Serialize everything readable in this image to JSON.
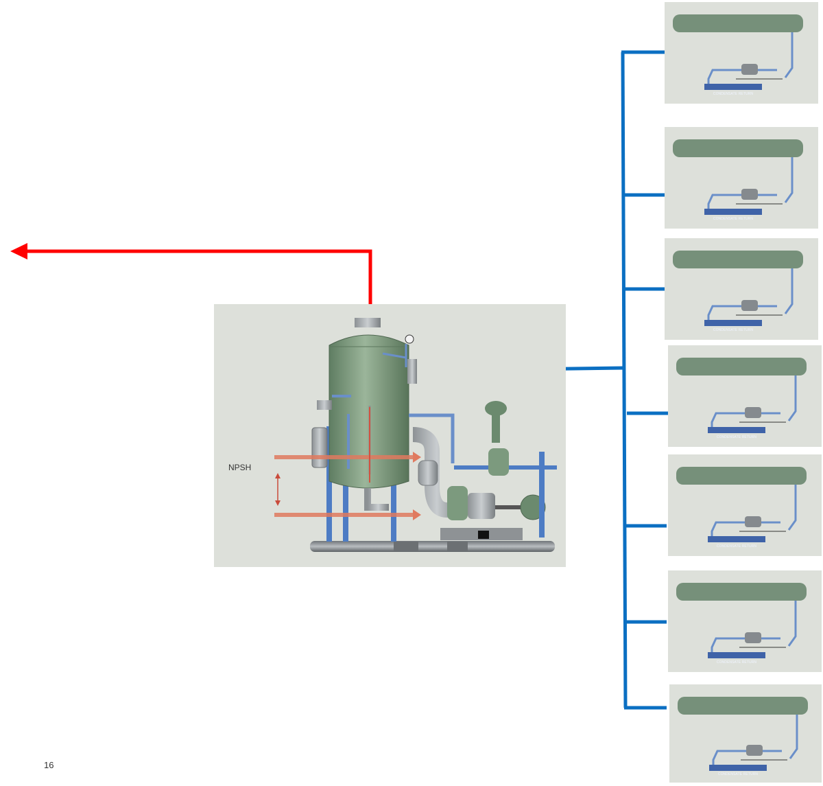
{
  "diagram": {
    "npsh_label": "NPSH",
    "page_number": "16",
    "trap_station_label": "CONDENSATE RETURN"
  },
  "colors": {
    "steam_line": "#ff0000",
    "condensate_line": "#0b6fc2",
    "vessel_green": "#7d9a7d",
    "panel_bg": "#dde0da",
    "pipe_blue": "#6a8fc9",
    "arrow_salmon": "#e07a5f"
  }
}
